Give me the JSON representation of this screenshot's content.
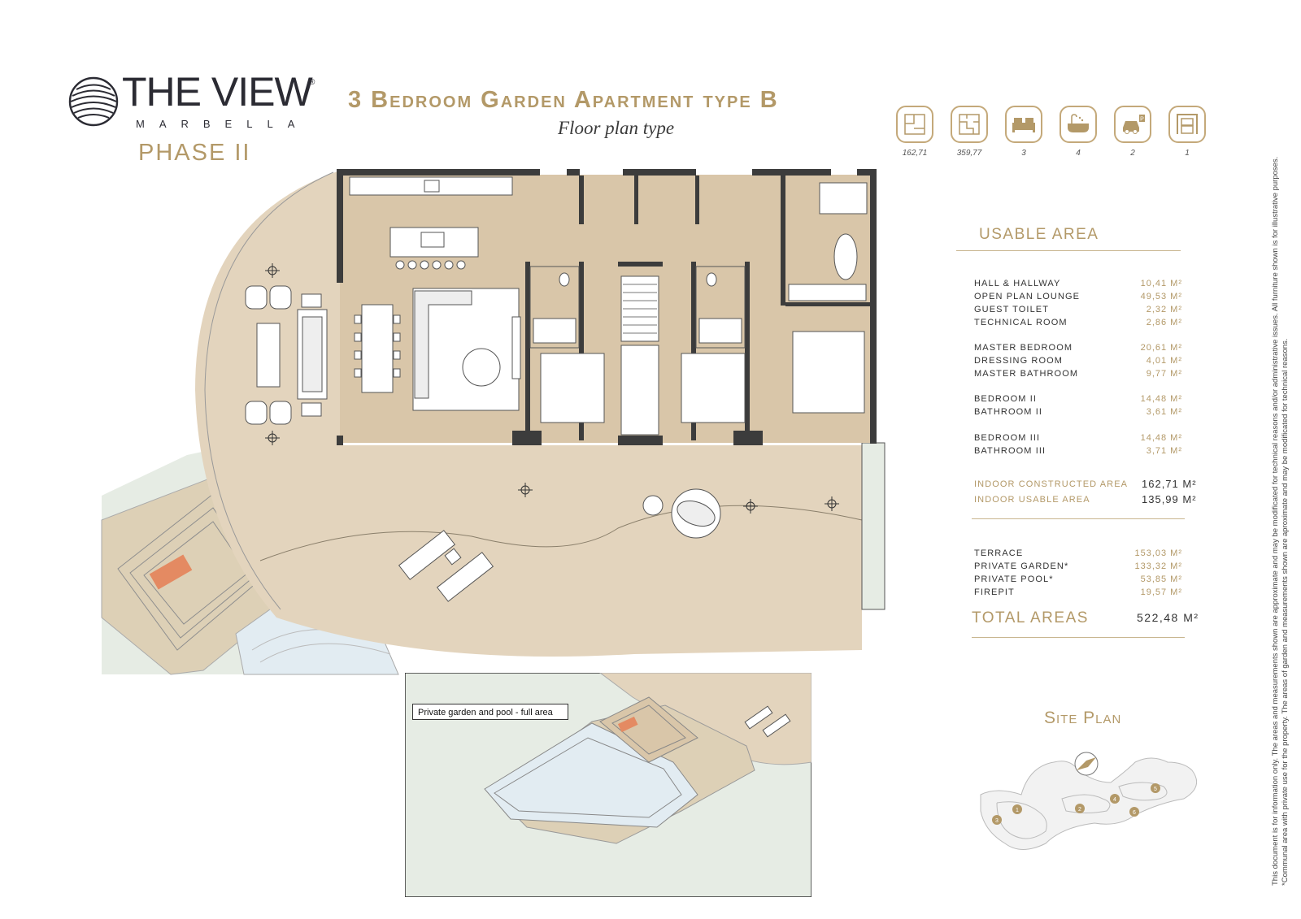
{
  "brand": {
    "name": "THE VIEW",
    "registered": "®",
    "location": "MARBELLA",
    "phase": "PHASE II"
  },
  "title": "3 Bedroom Garden Apartment type B",
  "subtitle": "Floor plan type",
  "icons": [
    {
      "icon": "indoor-area-icon",
      "value": "162,71"
    },
    {
      "icon": "total-area-icon",
      "value": "359,77"
    },
    {
      "icon": "bed-icon",
      "value": "3"
    },
    {
      "icon": "bath-icon",
      "value": "4"
    },
    {
      "icon": "parking-icon",
      "value": "2"
    },
    {
      "icon": "storage-icon",
      "value": "1"
    }
  ],
  "usable_area": {
    "heading": "USABLE AREA",
    "rows": [
      {
        "label": "HALL & HALLWAY",
        "value": "10,41 M²"
      },
      {
        "label": "OPEN PLAN LOUNGE",
        "value": "49,53 M²"
      },
      {
        "label": "GUEST TOILET",
        "value": "2,32 M²"
      },
      {
        "label": "TECHNICAL ROOM",
        "value": "2,86 M²"
      },
      {
        "label": "MASTER BEDROOM",
        "value": "20,61 M²"
      },
      {
        "label": "DRESSING ROOM",
        "value": "4,01 M²"
      },
      {
        "label": "MASTER BATHROOM",
        "value": "9,77 M²"
      },
      {
        "label": "BEDROOM II",
        "value": "14,48 M²"
      },
      {
        "label": "BATHROOM II",
        "value": "3,61 M²"
      },
      {
        "label": "BEDROOM III",
        "value": "14,48 M²"
      },
      {
        "label": "BATHROOM III",
        "value": "3,71 M²"
      }
    ],
    "indoor_constructed_label": "INDOOR CONSTRUCTED AREA",
    "indoor_constructed_value": "162,71 M²",
    "indoor_usable_label": "INDOOR USABLE AREA",
    "indoor_usable_value": "135,99 M²",
    "outdoor_rows": [
      {
        "label": "TERRACE",
        "value": "153,03 M²"
      },
      {
        "label": "PRIVATE GARDEN*",
        "value": "133,32 M²"
      },
      {
        "label": "PRIVATE POOL*",
        "value": "53,85 M²"
      },
      {
        "label": "FIREPIT",
        "value": "19,57 M²"
      }
    ],
    "total_label": "TOTAL AREAS",
    "total_value": "522,48 M²"
  },
  "inset": {
    "label": "Private garden and pool - full area"
  },
  "site_plan": {
    "title": "Site Plan",
    "markers": [
      "1",
      "2",
      "3",
      "4",
      "5",
      "6"
    ]
  },
  "disclaimer": {
    "line1": "This document is for information only. The areas and measurements shown are approximate and may be modificated for technical reasons and/or administrative issues. All furniture shown is for illustrative purposes.",
    "line2": "*Communal area with private use for the property. The areas of garden and measurements shown are aproximate and may be modificated for technical reasons."
  },
  "colors": {
    "accent": "#b39968",
    "floor": "#d9c6a9",
    "terrace": "#e3d4bd",
    "garden": "#e6ece4",
    "pool": "#e2ecf2",
    "firepit": "#e48a62",
    "wall": "#3c3c3c"
  }
}
